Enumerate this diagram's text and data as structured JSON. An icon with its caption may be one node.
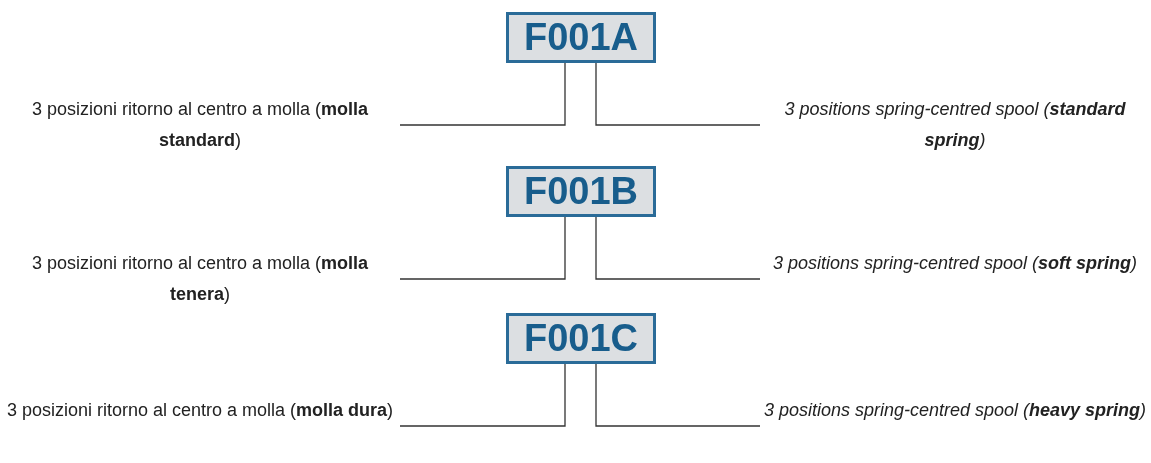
{
  "diagram": {
    "nodes": [
      {
        "text": [
          "F001A"
        ]
      },
      {
        "text": [
          "3 posizioni ritorno al centro a molla (**molla standard**)"
        ]
      },
      {
        "text": [
          "3 positions spring-centred spool (**standard spring**)"
        ]
      },
      {
        "text": [
          "F001B"
        ]
      },
      {
        "text": [
          "3 posizioni ritorno al centro a molla (**molla tenera**)"
        ]
      },
      {
        "text": [
          "3 positions spring-centred spool (**soft spring**)"
        ]
      },
      {
        "text": [
          "F001C"
        ]
      },
      {
        "text": [
          "3 posizioni ritorno al centro a molla (**molla dura**)"
        ]
      },
      {
        "text": [
          "3 positions spring-centred spool (**heavy spring**)"
        ]
      }
    ],
    "edges": [
      {
        "from": 1,
        "to": 0,
        "arrow": "none"
      },
      {
        "from": 2,
        "to": 0,
        "arrow": "none"
      },
      {
        "from": 4,
        "to": 3,
        "arrow": "none"
      },
      {
        "from": 5,
        "to": 3,
        "arrow": "none"
      },
      {
        "from": 7,
        "to": 6,
        "arrow": "none"
      },
      {
        "from": 8,
        "to": 6,
        "arrow": "none"
      }
    ]
  }
}
